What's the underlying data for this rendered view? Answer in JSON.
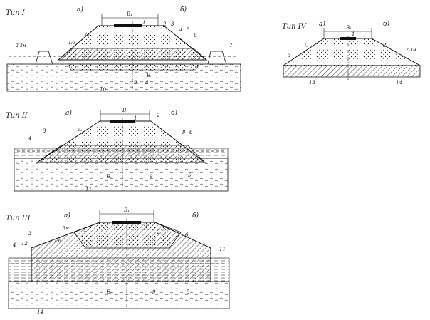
{
  "figures": [
    {
      "title": "Тип I",
      "variant_a": "а)",
      "variant_b": "б)",
      "width_label": "B₁",
      "base_label": "Bₙ",
      "numbers": [
        "1",
        "2",
        "3",
        "4",
        "5",
        "6",
        "7",
        "8",
        "9",
        "10"
      ],
      "dims": [
        "2-3м",
        "1:6",
        "iₘ"
      ]
    },
    {
      "title": "Тип II",
      "variant_a": "а)",
      "variant_b": "б)",
      "width_label": "B₁",
      "base_label": "Bₙ",
      "numbers": [
        "1",
        "2",
        "3",
        "4",
        "5",
        "6",
        "8",
        "9",
        "11"
      ],
      "dims": [
        "iₘ"
      ]
    },
    {
      "title": "Тип III",
      "variant_a": "а)",
      "variant_b": "б)",
      "width_label": "B₁",
      "base_label": "Bₙ",
      "numbers": [
        "1",
        "2",
        "3",
        "4",
        "5",
        "6",
        "9",
        "11",
        "12",
        "14"
      ],
      "dims": [
        "3м",
        "1:6",
        "iₘ"
      ]
    },
    {
      "title": "Тип IV",
      "variant_a": "а)",
      "variant_b": "б)",
      "width_label": "B₁",
      "numbers": [
        "1",
        "2",
        "3",
        "13",
        "14"
      ],
      "dims": [
        "2-3м",
        "iₘ"
      ]
    }
  ]
}
